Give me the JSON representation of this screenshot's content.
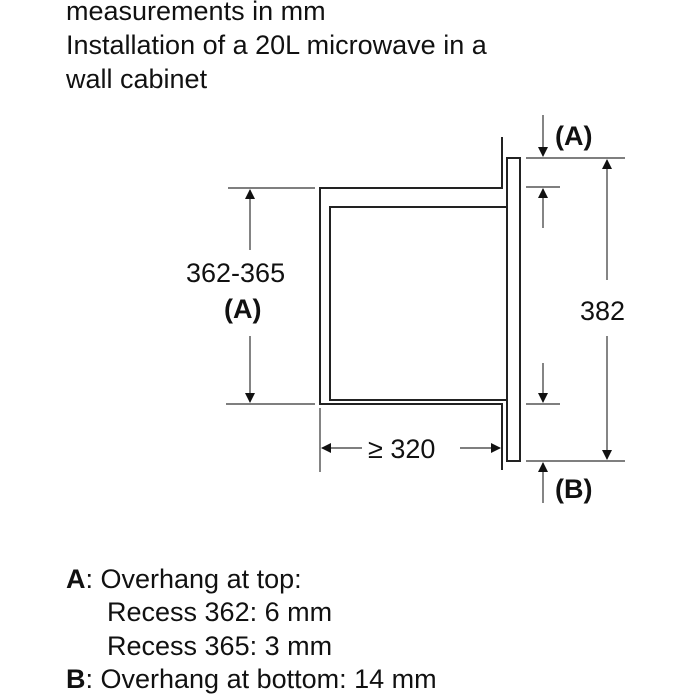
{
  "title": {
    "line1": "measurements in mm",
    "line2": "Installation of a 20L microwave in a",
    "line3": "wall cabinet"
  },
  "diagram": {
    "recess_height": "362-365",
    "recess_height_ref": "(A)",
    "depth": "≥ 320",
    "front_height": "382",
    "top_overhang_ref": "(A)",
    "bottom_overhang_ref": "(B)"
  },
  "legend": {
    "a_key": "A",
    "a_text": ": Overhang at top:",
    "a_line2": "Recess 362: 6 mm",
    "a_line3": "Recess 365: 3 mm",
    "b_key": "B",
    "b_text": ": Overhang at bottom: 14 mm"
  }
}
